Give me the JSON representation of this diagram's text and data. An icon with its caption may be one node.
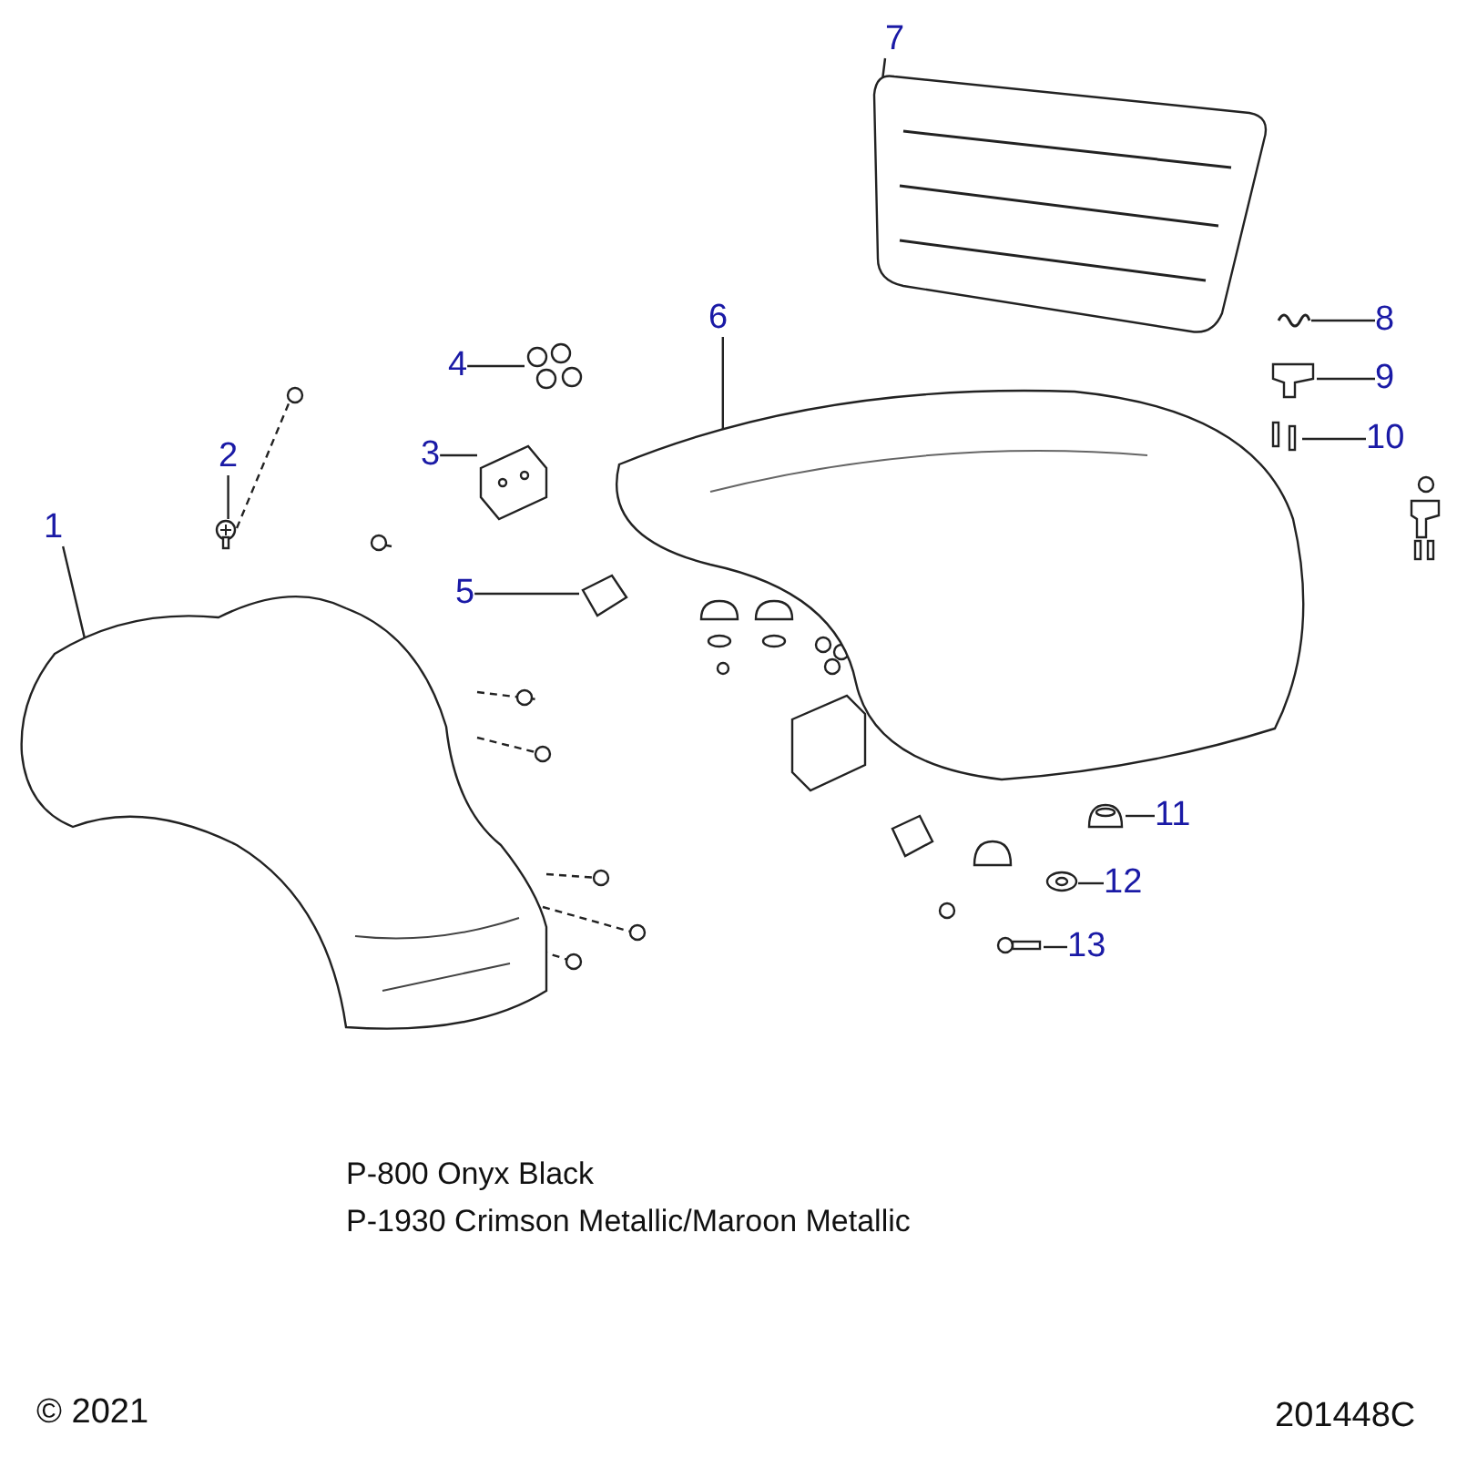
{
  "diagram": {
    "nodes": [
      {
        "text": [
          "1"
        ]
      },
      {
        "text": [
          "2"
        ]
      },
      {
        "text": [
          "3"
        ]
      },
      {
        "text": [
          "4"
        ]
      },
      {
        "text": [
          "5"
        ]
      },
      {
        "text": [
          "6"
        ]
      },
      {
        "text": [
          "7"
        ]
      },
      {
        "text": [
          "8"
        ]
      },
      {
        "text": [
          "9"
        ]
      },
      {
        "text": [
          "10"
        ]
      },
      {
        "text": [
          "11"
        ]
      },
      {
        "text": [
          "12"
        ]
      },
      {
        "text": [
          "13"
        ]
      },
      {
        "text": [],
        "shape": "picture"
      },
      {
        "text": [],
        "shape": "picture"
      },
      {
        "text": [],
        "shape": "picture"
      },
      {
        "text": [],
        "shape": "picture"
      },
      {
        "text": [],
        "shape": "picture"
      },
      {
        "text": [],
        "shape": "picture"
      },
      {
        "text": [],
        "shape": "picture"
      },
      {
        "text": [],
        "shape": "picture"
      },
      {
        "text": [],
        "shape": "picture"
      },
      {
        "text": [],
        "shape": "picture"
      },
      {
        "text": [],
        "shape": "picture"
      },
      {
        "text": [],
        "shape": "picture"
      },
      {
        "text": [],
        "shape": "picture"
      }
    ],
    "edges": [
      {
        "from": 0,
        "to": 13,
        "arrow": "none"
      },
      {
        "from": 1,
        "to": 14,
        "arrow": "none"
      },
      {
        "from": 2,
        "to": 15,
        "arrow": "none"
      },
      {
        "from": 3,
        "to": 16,
        "arrow": "none"
      },
      {
        "from": 4,
        "to": 17,
        "arrow": "none"
      },
      {
        "from": 5,
        "to": 18,
        "arrow": "none"
      },
      {
        "from": 6,
        "to": 19,
        "arrow": "none"
      },
      {
        "from": 7,
        "to": 20,
        "arrow": "none"
      },
      {
        "from": 8,
        "to": 21,
        "arrow": "none"
      },
      {
        "from": 9,
        "to": 22,
        "arrow": "none"
      },
      {
        "from": 10,
        "to": 23,
        "arrow": "none"
      },
      {
        "from": 11,
        "to": 24,
        "arrow": "none"
      },
      {
        "from": 12,
        "to": 25,
        "arrow": "none"
      }
    ],
    "labels": [
      "P-800 Onyx Black",
      "P-1930 Crimson Metallic/Maroon Metallic",
      "© 2021",
      "201448C"
    ]
  }
}
